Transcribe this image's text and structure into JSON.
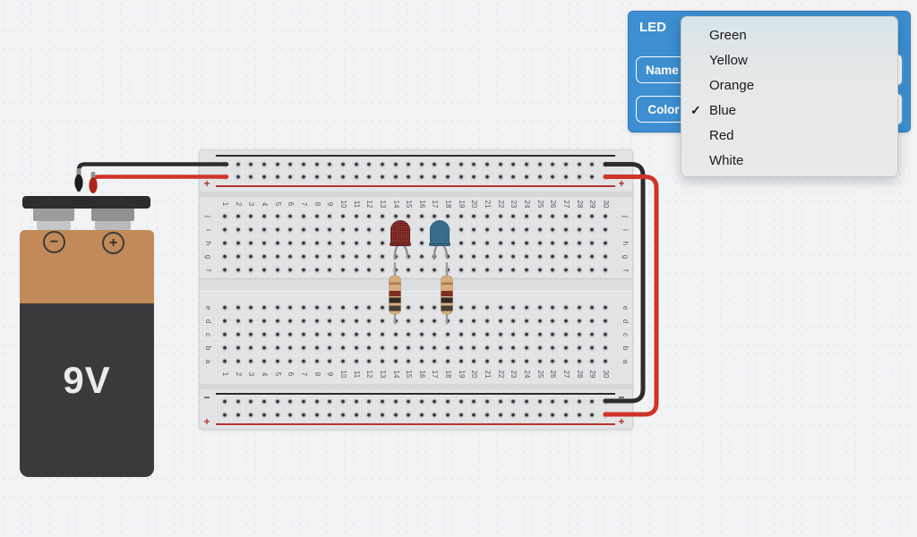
{
  "inspector": {
    "title": "LED",
    "rows": [
      {
        "label": "Name"
      },
      {
        "label": "Color"
      }
    ]
  },
  "dropdown": {
    "checkmark": "✓",
    "items": [
      {
        "label": "Green",
        "checked": false
      },
      {
        "label": "Yellow",
        "checked": false
      },
      {
        "label": "Orange",
        "checked": false
      },
      {
        "label": "Blue",
        "checked": true
      },
      {
        "label": "Red",
        "checked": false
      },
      {
        "label": "White",
        "checked": false
      }
    ]
  },
  "battery": {
    "label": "9V",
    "minus": "−",
    "plus": "+"
  },
  "breadboard": {
    "rail_minus": "−",
    "rail_plus": "+",
    "column_numbers": [
      "1",
      "2",
      "3",
      "4",
      "5",
      "6",
      "7",
      "8",
      "9",
      "10",
      "11",
      "12",
      "13",
      "14",
      "15",
      "16",
      "17",
      "18",
      "19",
      "20",
      "21",
      "22",
      "23",
      "24",
      "25",
      "26",
      "27",
      "28",
      "29",
      "30"
    ],
    "row_letters_top": [
      "j",
      "i",
      "h",
      "g",
      "f"
    ],
    "row_letters_bottom": [
      "e",
      "d",
      "c",
      "b",
      "a"
    ]
  },
  "components": {
    "led_red_color": "#8e332a",
    "led_blue_color": "#3a7192",
    "wire_black": "#2c2c2e",
    "wire_red": "#cf3428"
  }
}
